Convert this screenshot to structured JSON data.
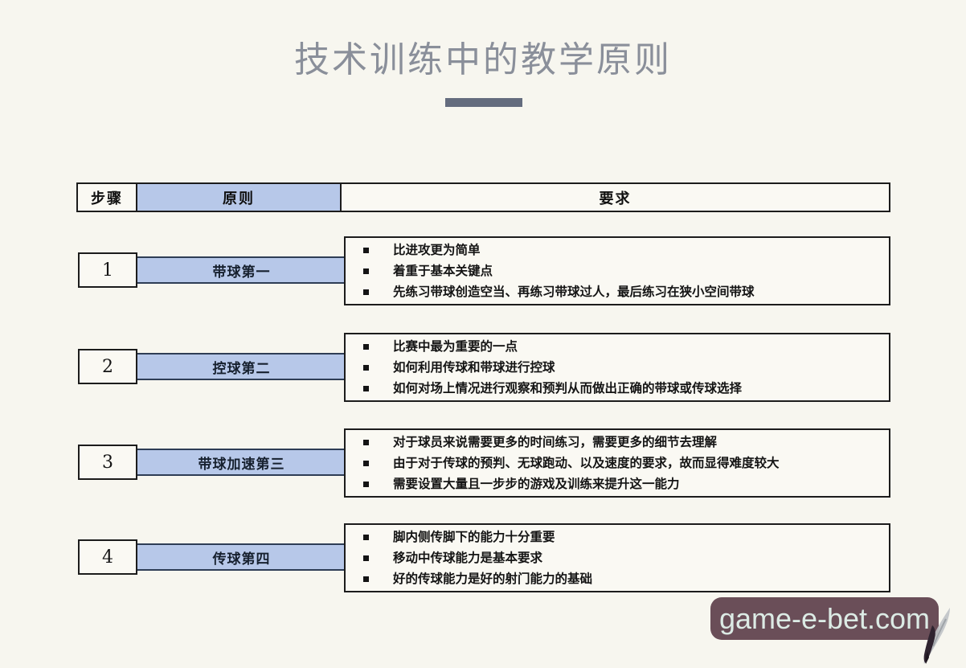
{
  "page": {
    "title": "技术训练中的教学原则",
    "watermark": "game-e-bet.com"
  },
  "table": {
    "headers": {
      "step": "步骤",
      "principle": "原则",
      "requirement": "要求"
    },
    "rows": [
      {
        "step": "1",
        "principle": "带球第一",
        "requirements": [
          "比进攻更为简单",
          "着重于基本关键点",
          "先练习带球创造空当、再练习带球过人，最后练习在狭小空间带球"
        ]
      },
      {
        "step": "2",
        "principle": "控球第二",
        "requirements": [
          "比赛中最为重要的一点",
          "如何利用传球和带球进行控球",
          "如何对场上情况进行观察和预判从而做出正确的带球或传球选择"
        ]
      },
      {
        "step": "3",
        "principle": "带球加速第三",
        "requirements": [
          "对于球员来说需要更多的时间练习，需要更多的细节去理解",
          "由于对于传球的预判、无球跑动、以及速度的要求，故而显得难度较大",
          "需要设置大量且一步步的游戏及训练来提升这一能力"
        ]
      },
      {
        "step": "4",
        "principle": "传球第四",
        "requirements": [
          "脚内侧传脚下的能力十分重要",
          "移动中传球能力是基本要求",
          "好的传球能力是好的射门能力的基础"
        ]
      }
    ]
  },
  "icons": {
    "bullet": "square-bullet-icon",
    "feather": "feather-quill-icon"
  },
  "colors": {
    "accent_blue": "#b7c8e9",
    "divider_slate": "#646c7e",
    "badge_background": "#6a4e58",
    "badge_text": "#dcebe5",
    "page_background": "#f7f6ef"
  }
}
